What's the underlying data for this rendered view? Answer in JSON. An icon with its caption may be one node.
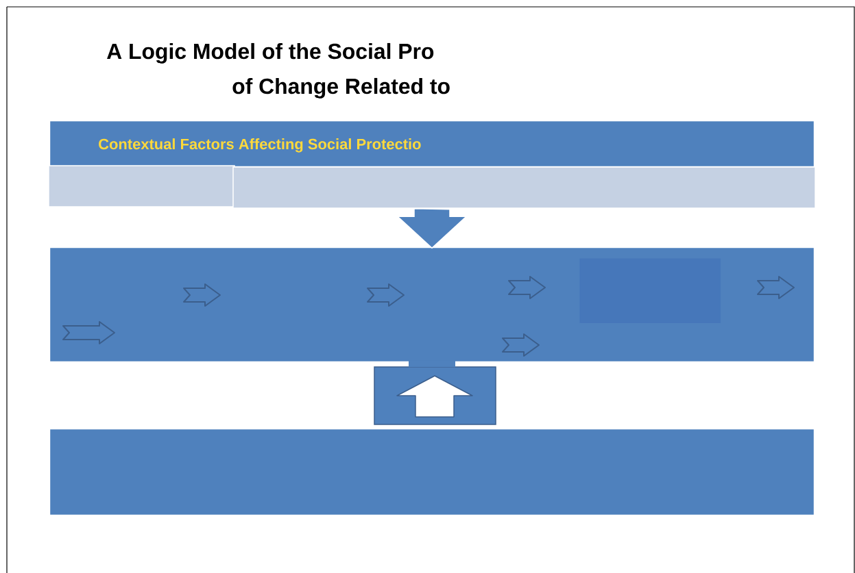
{
  "diagram": {
    "title": "A Logic Model of the Social Pro",
    "nodes": [
      {
        "text": [
          "Contextual Factors Affecting Social Protectio"
        ]
      },
      {
        "text": [],
        "shape": "box"
      },
      {
        "text": [],
        "shape": "box"
      },
      {
        "text": [],
        "shape": "box"
      },
      {
        "text": [],
        "shape": "box",
        "in": 3
      },
      {
        "text": [],
        "shape": "box"
      },
      {
        "text": [],
        "shape": "box"
      }
    ],
    "edges": [
      {
        "from": 2,
        "to": 3,
        "arrow": "to"
      },
      {
        "from": 6,
        "to": 3,
        "arrow": "none"
      }
    ],
    "labels": [
      "of Change Related to"
    ]
  }
}
